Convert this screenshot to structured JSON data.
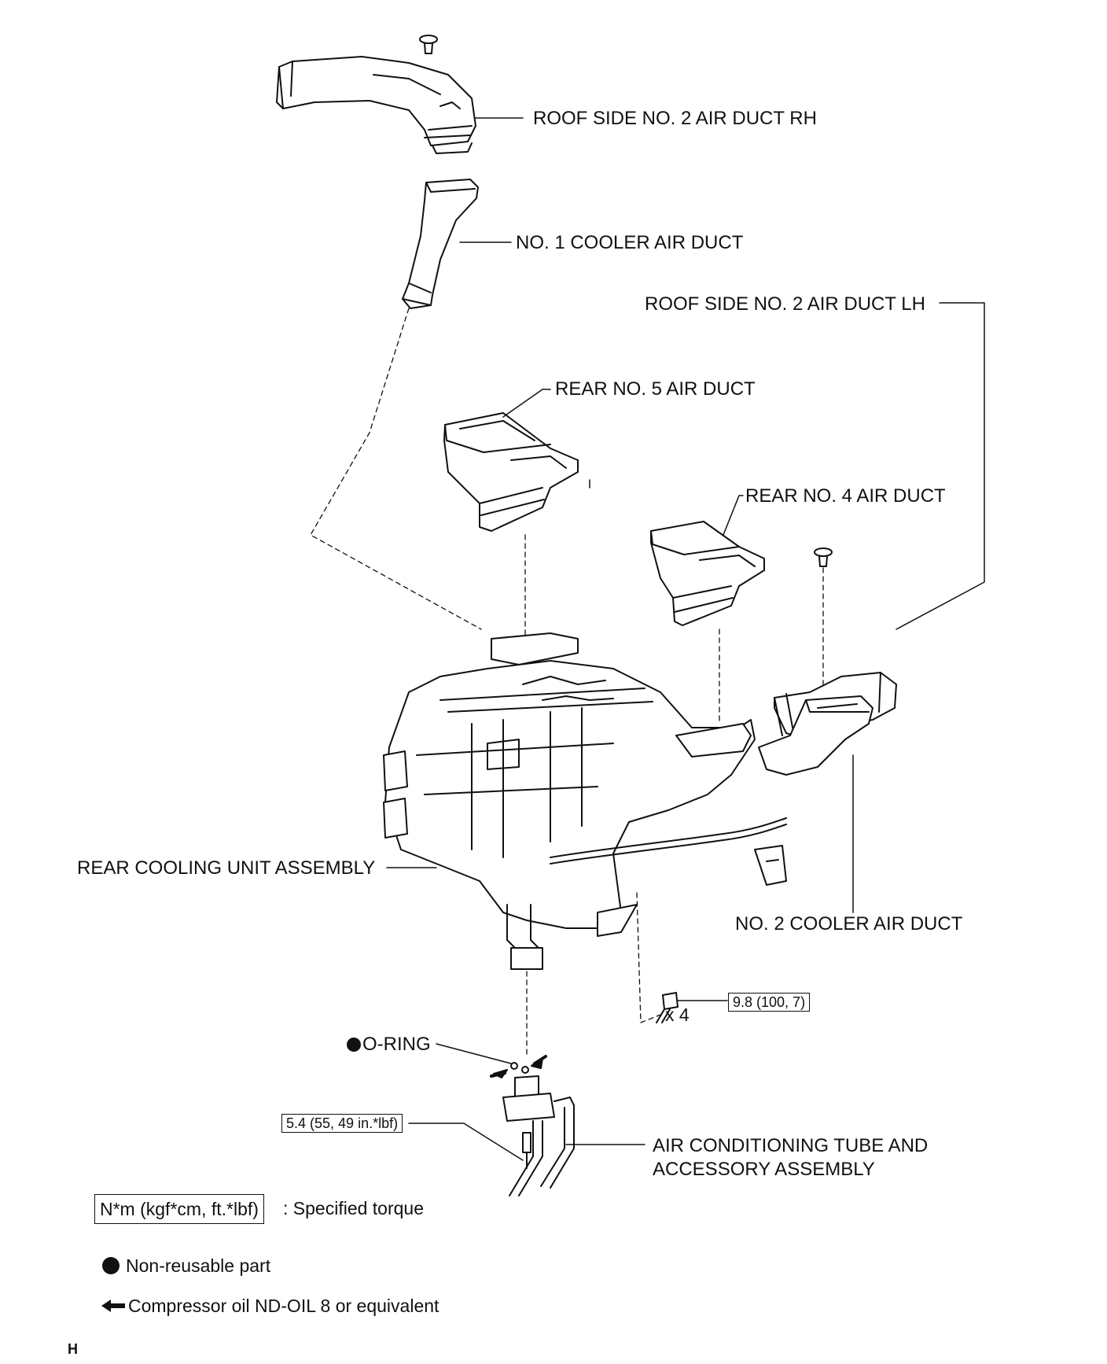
{
  "labels": {
    "roof_rh": "ROOF SIDE NO. 2 AIR DUCT RH",
    "cooler1": "NO. 1 COOLER AIR DUCT",
    "roof_lh": "ROOF SIDE NO. 2 AIR DUCT LH",
    "rear5": "REAR NO. 5 AIR DUCT",
    "rear4": "REAR NO. 4 AIR DUCT",
    "rear_unit": "REAR COOLING UNIT ASSEMBLY",
    "cooler2": "NO. 2 COOLER AIR DUCT",
    "oring": "O-RING",
    "ac_tube_1": "AIR CONDITIONING TUBE AND",
    "ac_tube_2": "ACCESSORY ASSEMBLY"
  },
  "torques": {
    "bolt_x4": "9.8 (100, 7)",
    "bolt_x4_qty": "x 4",
    "tube_bolt": "5.4 (55, 49 in.*lbf)"
  },
  "legend": {
    "torque_unit": "N*m (kgf*cm, ft.*lbf)",
    "torque_text": ": Specified torque",
    "nonreusable_text": "Non-reusable part",
    "oil_text": "Compressor oil ND-OIL 8 or equivalent"
  },
  "footer_code": "H"
}
